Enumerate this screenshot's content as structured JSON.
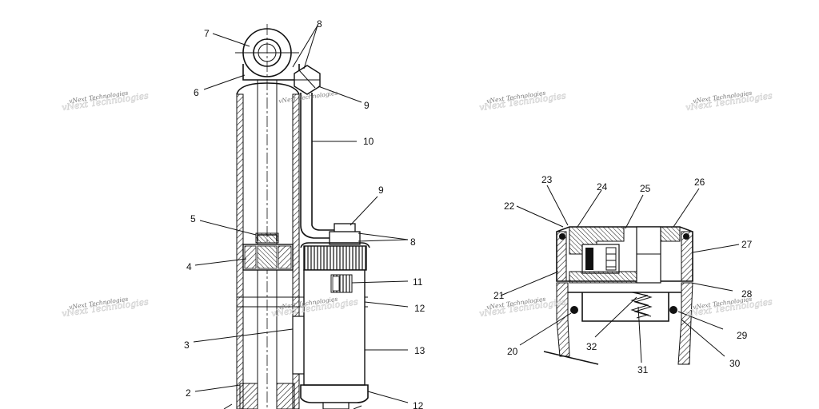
{
  "watermark": "vNext Technologies",
  "labels": {
    "l1": "2",
    "l2": "3",
    "l3": "4",
    "l4": "5",
    "l5": "6",
    "l6": "7",
    "l7": "8",
    "l8": "9",
    "l9": "10",
    "l10": "9",
    "l11": "8",
    "l12": "11",
    "l13": "12",
    "l14": "13",
    "l15": "12",
    "l20": "20",
    "l21": "21",
    "l22": "22",
    "l23": "23",
    "l24": "24",
    "l25": "25",
    "l26": "26",
    "l27": "27",
    "l28": "28",
    "l29": "29",
    "l30": "30",
    "l31": "31",
    "l32": "32"
  },
  "colors": {
    "line": "#111111",
    "hatch": "#111111",
    "watermark": "#777777"
  }
}
